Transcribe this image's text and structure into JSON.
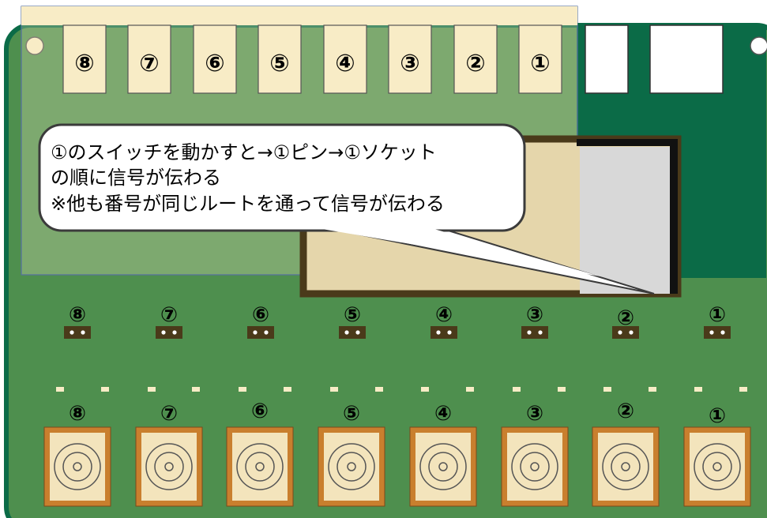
{
  "callout": {
    "line1": "①のスイッチを動かすと→①ピン→①ソケット",
    "line2": "の順に信号が伝わる",
    "line3": "※他も番号が同じルートを通って信号が伝わる"
  },
  "switches": [
    "⑧",
    "⑦",
    "⑥",
    "⑤",
    "④",
    "③",
    "②",
    "①"
  ],
  "pins": [
    "⑧",
    "⑦",
    "⑥",
    "⑤",
    "④",
    "③",
    "②",
    "①"
  ],
  "sockets": [
    "⑧",
    "⑦",
    "⑥",
    "⑤",
    "④",
    "③",
    "②",
    "①"
  ],
  "colors": {
    "board": "#4e8f4e",
    "board_edge": "#0b6b47",
    "overlay": "#f8ecc6",
    "chip_border": "#4a3a1a",
    "socket_outer": "#c97f2e",
    "socket_inner": "#f3e4bc"
  }
}
